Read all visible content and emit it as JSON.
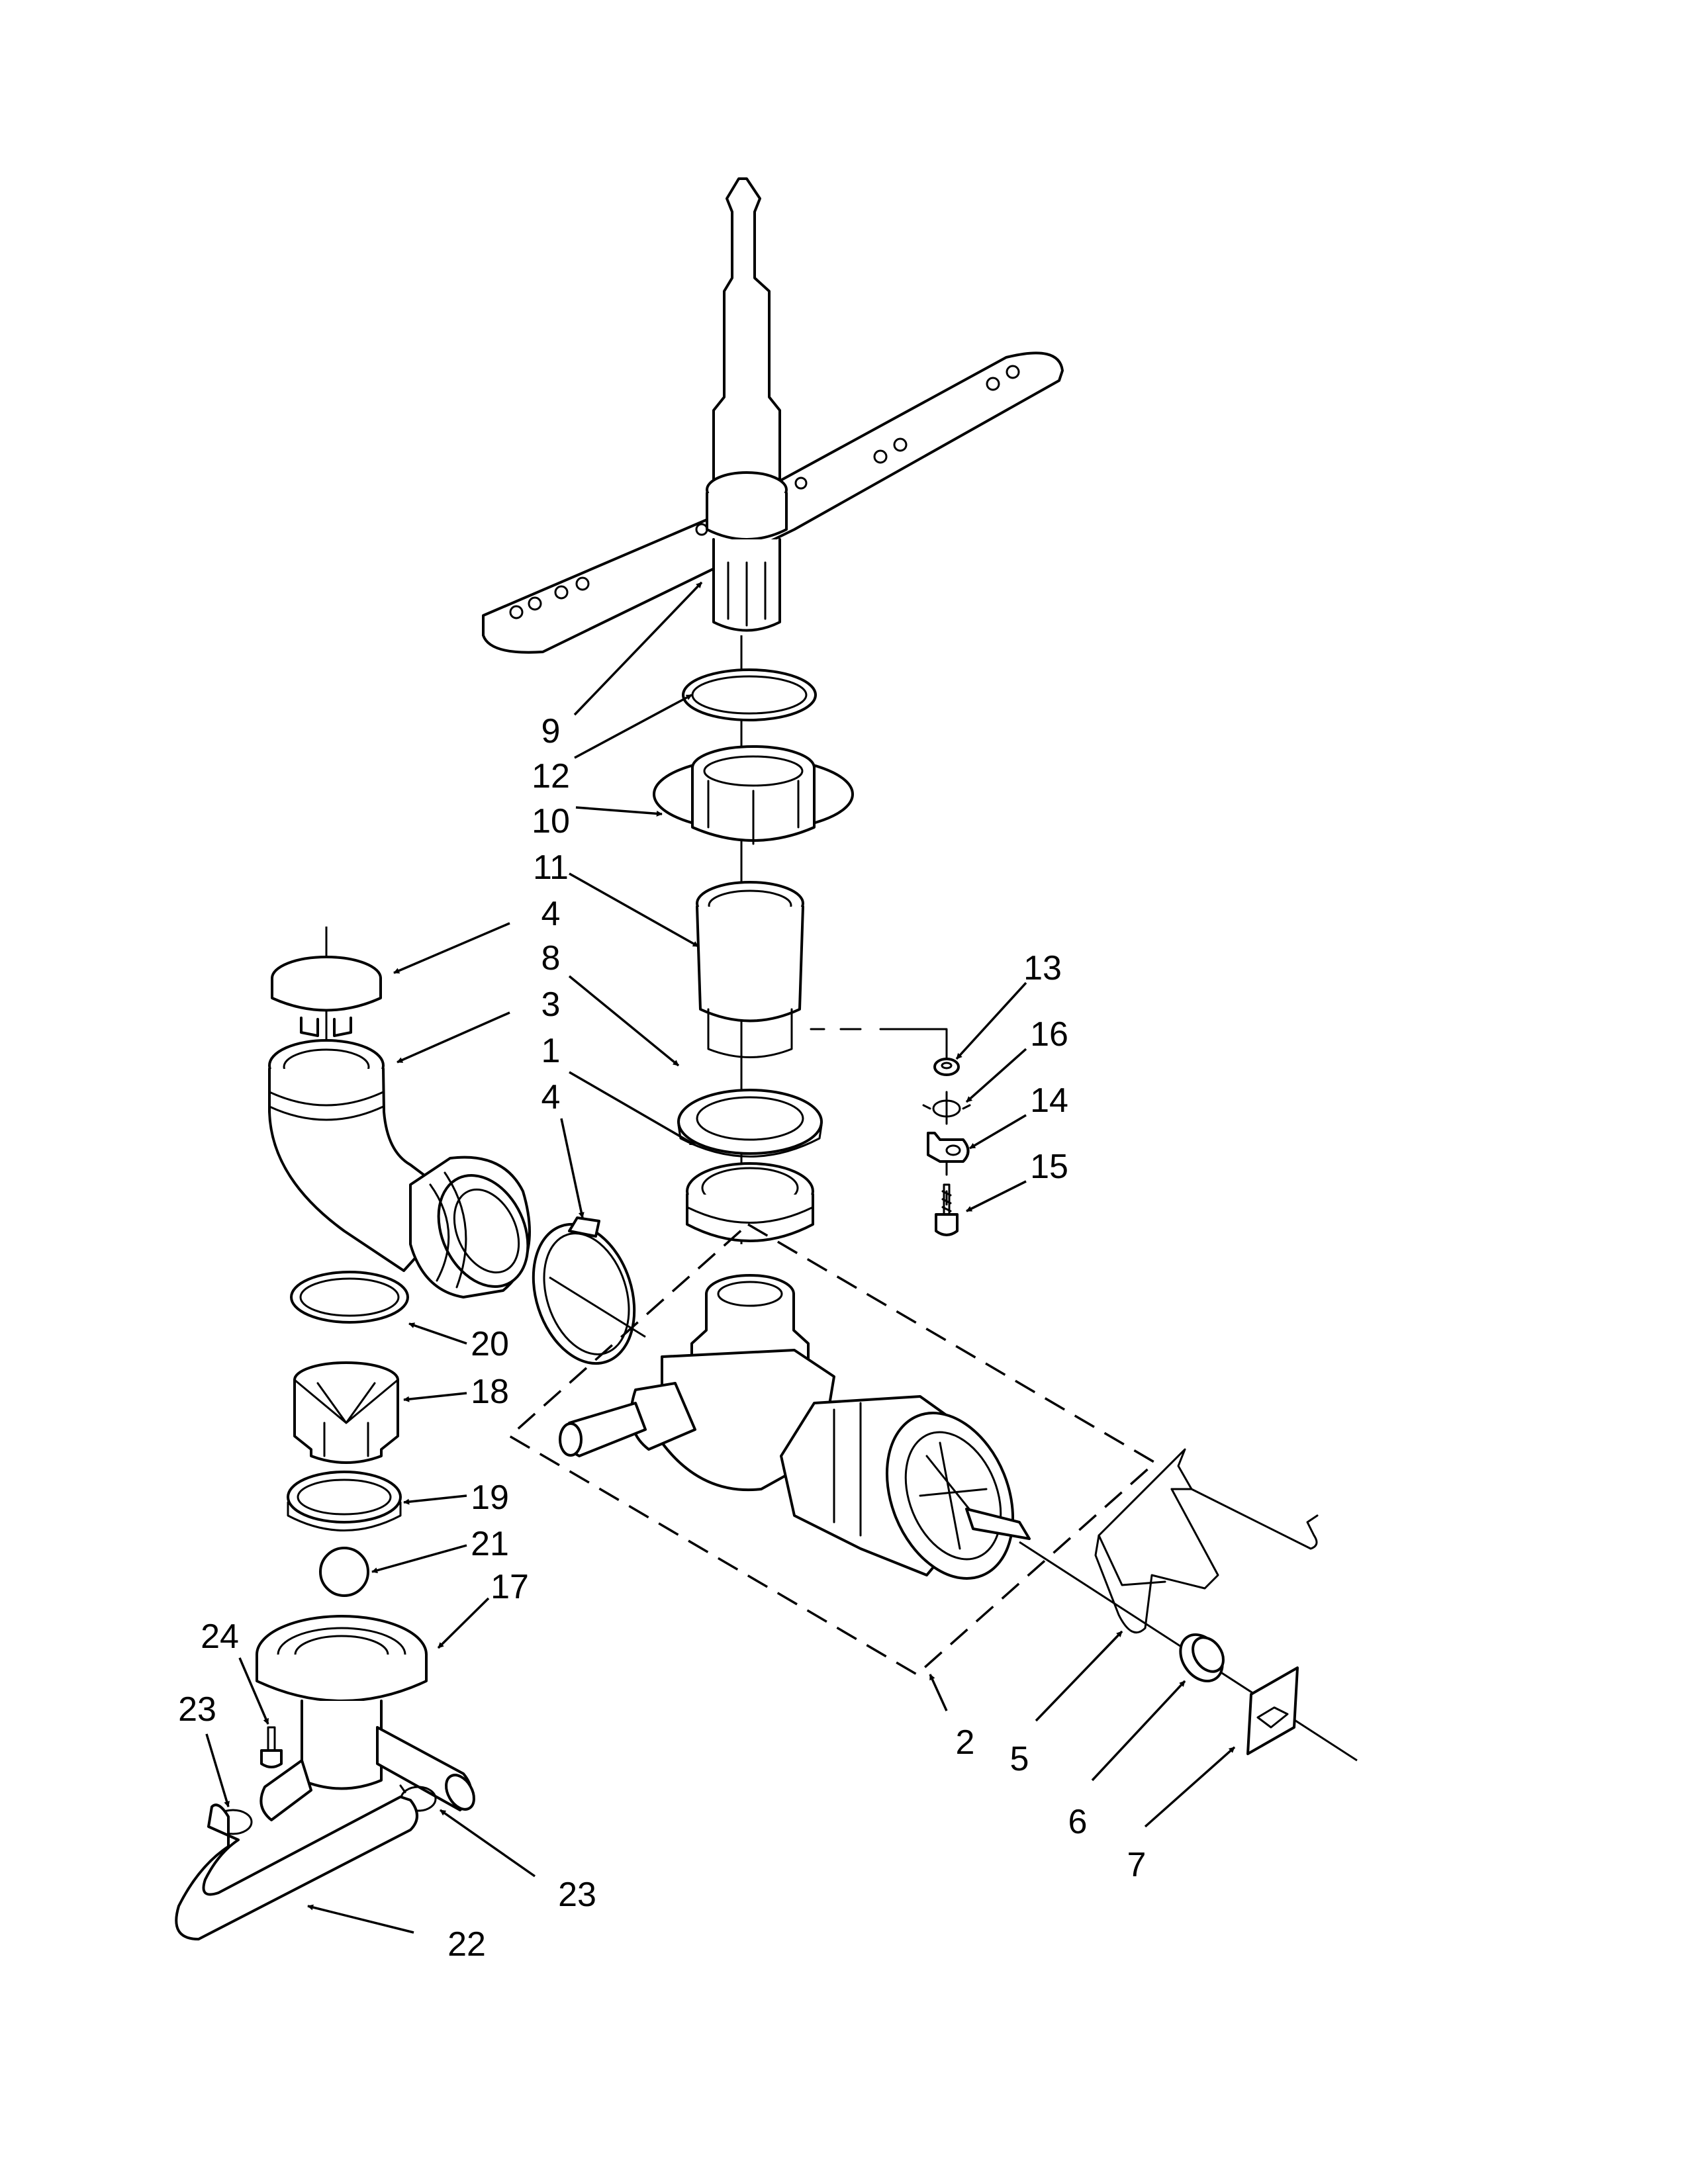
{
  "callouts": [
    {
      "id": "c9",
      "text": "9"
    },
    {
      "id": "c12",
      "text": "12"
    },
    {
      "id": "c10",
      "text": "10"
    },
    {
      "id": "c11",
      "text": "11"
    },
    {
      "id": "c4a",
      "text": "4"
    },
    {
      "id": "c8",
      "text": "8"
    },
    {
      "id": "c3",
      "text": "3"
    },
    {
      "id": "c1",
      "text": "1"
    },
    {
      "id": "c4b",
      "text": "4"
    },
    {
      "id": "c13",
      "text": "13"
    },
    {
      "id": "c16",
      "text": "16"
    },
    {
      "id": "c14",
      "text": "14"
    },
    {
      "id": "c15",
      "text": "15"
    },
    {
      "id": "c20",
      "text": "20"
    },
    {
      "id": "c18",
      "text": "18"
    },
    {
      "id": "c19",
      "text": "19"
    },
    {
      "id": "c21",
      "text": "21"
    },
    {
      "id": "c17",
      "text": "17"
    },
    {
      "id": "c24",
      "text": "24"
    },
    {
      "id": "c23a",
      "text": "23"
    },
    {
      "id": "c23b",
      "text": "23"
    },
    {
      "id": "c22",
      "text": "22"
    },
    {
      "id": "c2",
      "text": "2"
    },
    {
      "id": "c5",
      "text": "5"
    },
    {
      "id": "c6",
      "text": "6"
    },
    {
      "id": "c7",
      "text": "7"
    }
  ]
}
